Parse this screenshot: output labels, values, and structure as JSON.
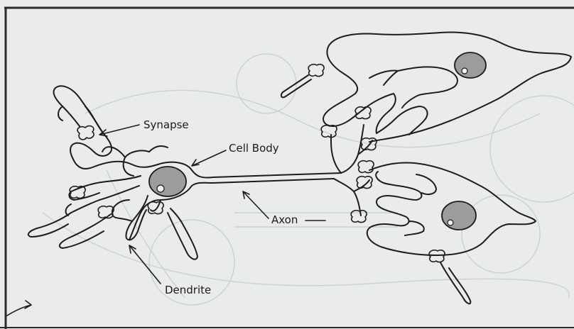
{
  "diagram": {
    "labels": {
      "synapse": "Synapse",
      "cell_body": "Cell Body",
      "axon": "Axon",
      "dendrite": "Dendrite"
    },
    "colors": {
      "paper": "#e9eceb",
      "ink": "#1c1c1c",
      "bleed_through": "#c9d2d1",
      "nucleus_fill": "#9c9c9c"
    }
  }
}
